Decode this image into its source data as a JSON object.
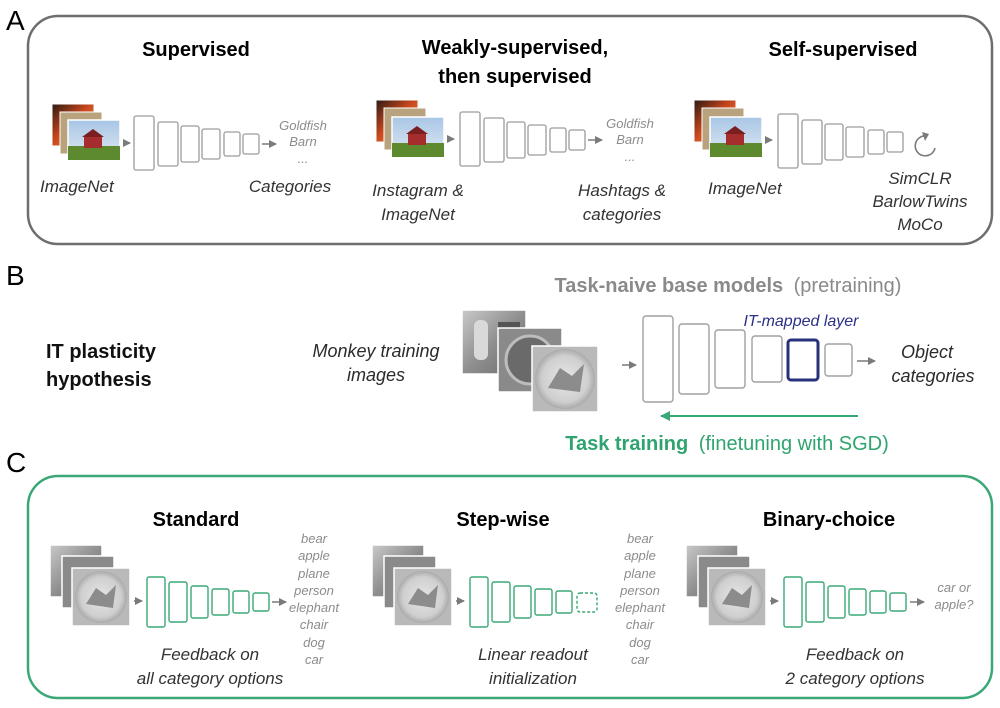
{
  "panel_a": {
    "letter": "A",
    "columns": [
      {
        "title_lines": [
          "Supervised"
        ],
        "input_label_lines": [
          "ImageNet"
        ],
        "output_items": [
          "Goldfish",
          "Barn",
          "..."
        ],
        "output_label_lines": [
          "Categories"
        ]
      },
      {
        "title_lines": [
          "Weakly-supervised,",
          "then supervised"
        ],
        "input_label_lines": [
          "Instagram &",
          "ImageNet"
        ],
        "output_items": [
          "Goldfish",
          "Barn",
          "..."
        ],
        "output_label_lines": [
          "Hashtags &",
          "categories"
        ]
      },
      {
        "title_lines": [
          "Self-supervised"
        ],
        "input_label_lines": [
          "ImageNet"
        ],
        "output_items": [],
        "output_label_lines": [
          "SimCLR",
          "BarlowTwins",
          "MoCo"
        ]
      }
    ]
  },
  "panel_b": {
    "letter": "B",
    "hypothesis_lines": [
      "IT plasticity",
      "hypothesis"
    ],
    "base_models_bold": "Task-naive base models",
    "base_models_rest": "(pretraining)",
    "input_label_lines": [
      "Monkey training",
      "images"
    ],
    "it_layer_label": "IT-mapped layer",
    "output_label_lines": [
      "Object",
      "categories"
    ],
    "task_training_bold": "Task training",
    "task_training_rest": "(finetuning with SGD)"
  },
  "panel_c": {
    "letter": "C",
    "columns": [
      {
        "title": "Standard",
        "caption_lines": [
          "Feedback on",
          "all category options"
        ],
        "outputs": [
          "bear",
          "apple",
          "plane",
          "person",
          "elephant",
          "chair",
          "dog",
          "car"
        ]
      },
      {
        "title": "Step-wise",
        "caption_lines": [
          "Linear readout",
          "initialization"
        ],
        "outputs": [
          "bear",
          "apple",
          "plane",
          "person",
          "elephant",
          "chair",
          "dog",
          "car"
        ]
      },
      {
        "title": "Binary-choice",
        "caption_lines": [
          "Feedback on",
          "2 category options"
        ],
        "outputs": [
          "car or",
          "apple?"
        ]
      }
    ]
  },
  "colors": {
    "box_border": "#6e6e6e",
    "network_gray": "#9c9c9c",
    "network_green": "#3aa876",
    "it_layer": "#27307a",
    "green_text": "#2fa46e",
    "gray_text": "#8a8a8a"
  }
}
